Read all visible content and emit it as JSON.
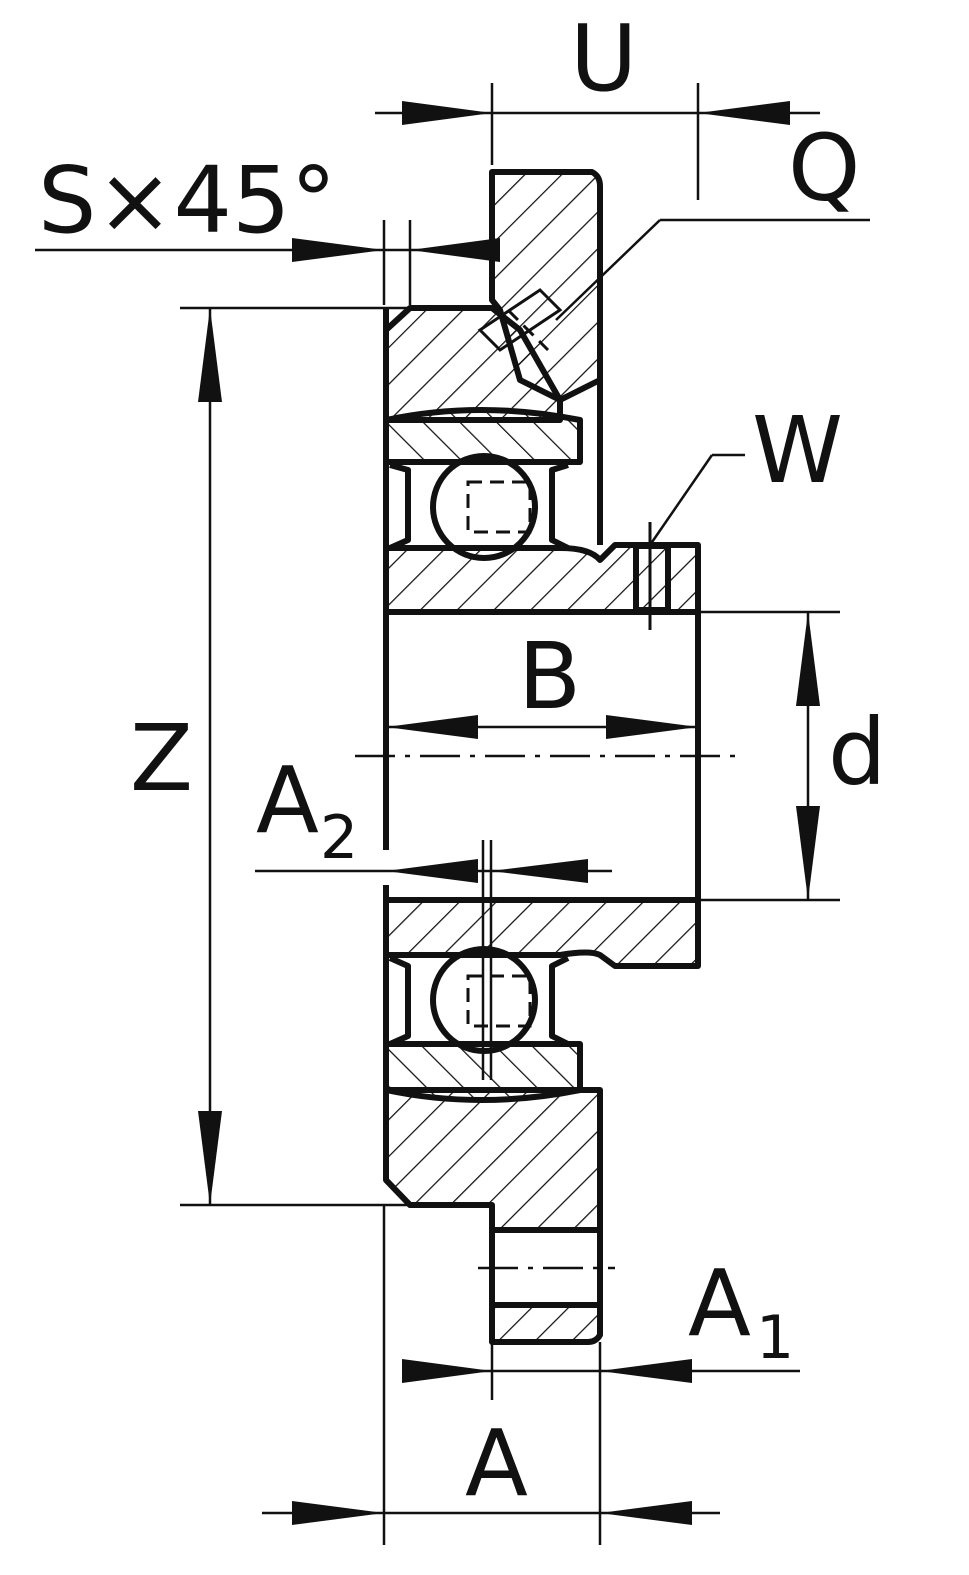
{
  "diagram": {
    "labels": {
      "U": "U",
      "Q": "Q",
      "S45": "S×45°",
      "W": "W",
      "B": "B",
      "d": "d",
      "Z": "Z",
      "A2_main": "A",
      "A2_sub": "2",
      "A1_main": "A",
      "A1_sub": "1",
      "A": "A"
    }
  }
}
